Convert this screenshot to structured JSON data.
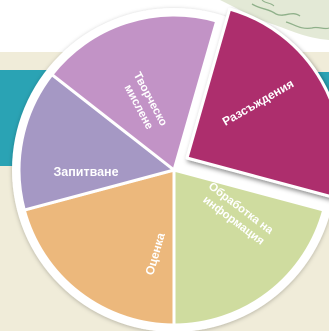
{
  "colors": {
    "background_band": "#f0ecd9",
    "teal_bar": "#2aa3b4",
    "wheel_rim": "#ffffff",
    "map_land": "#e3e9d6",
    "map_line": "#8fb08a"
  },
  "wheel": {
    "segments": [
      {
        "id": "razsazhdeniya",
        "label": "Разсъждения",
        "color": "#ad2f6d",
        "exploded": true
      },
      {
        "id": "obrabotka",
        "label_lines": [
          "Обработка на",
          "информация"
        ],
        "color": "#cfdc9f"
      },
      {
        "id": "otsenka",
        "label": "Оценка",
        "color": "#ecb87c"
      },
      {
        "id": "zapitvane",
        "label": "Запитване",
        "color": "#a598c4"
      },
      {
        "id": "tvorchesko",
        "label_lines": [
          "Творческо",
          "мислене"
        ],
        "color": "#c293c6"
      }
    ]
  }
}
